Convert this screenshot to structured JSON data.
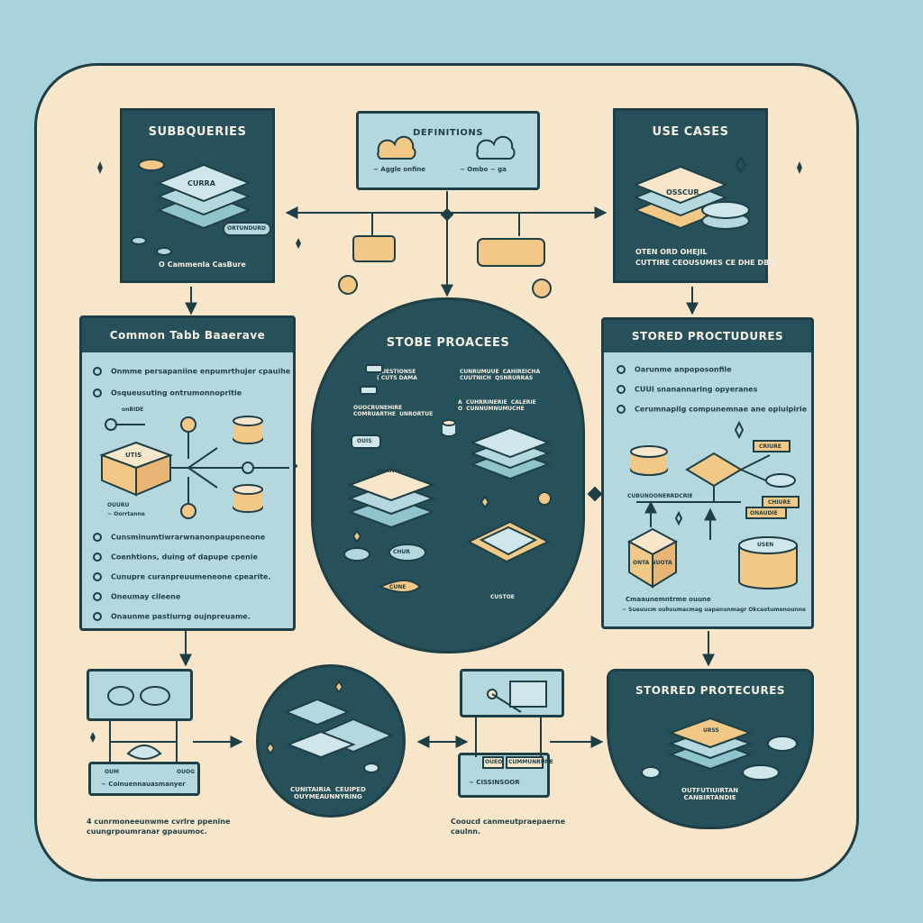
{
  "panels": {
    "subqueries": {
      "title": "SUBBQUERIES",
      "card_label": "CURRA",
      "tag": "ORTUNDURD",
      "caption": "O  Cammenla CasBure"
    },
    "definitions": {
      "title": "DEFINITIONS",
      "left_text": "~ Aggle  onfine",
      "right_text": "~ Ombo  ~ ga"
    },
    "use_cases": {
      "title": "USE CASES",
      "card_label": "OSSCUR",
      "caption_line1": "OTEN      ORD OHEJIL",
      "caption_line2": "CUTTIRE CEOUSUMES CE DHE DBD"
    },
    "cte": {
      "header": "Common Tabb Baaerave",
      "bullets_top": [
        "Onmme persapaniine enpumrthujer cpauihe",
        "Osqueusuting ontrumonnopritie"
      ],
      "node_label": "UTIS",
      "side_label": "onBIDE",
      "bottom_left": [
        "OUURU",
        "~ Oorrtanne"
      ],
      "bullets_bottom": [
        "Cunsminumtiwrarwnanonpaupeneone",
        "Coenhtions,  duing  of dapupe cpenie",
        "Cunupre curanpreuumeneone cpearite.",
        "Oneumay  cileene",
        "Onaunme  pastiurng  oujnpreuame."
      ]
    },
    "store": {
      "title": "STOBE PROACEES",
      "left_top": "QUESTIONSE\n( CUTS DAMA",
      "right_top": "CUNRUMUUE  CAHIREICHA\nCUUTNICH  QSNRURRAS",
      "left_mid": "OUOCRUNEHIRE\nCOMRUARTHE  UNRORTUE",
      "right_mid": "A  CUHRRINERIE  CALERIE\nO  CUNNUMNUMUCHE",
      "tag1": "OUIS",
      "tag2": "ORANTH",
      "disc1": "CHUR",
      "disc2": "CUNE",
      "tag3": "CUSTOE"
    },
    "stored1": {
      "title": "STORED PROCTUDURES",
      "bullets": [
        "Oarunme anpoposonfile",
        "CUUI snanannaring  opyeranes",
        "Cerumnapilg  compunemnae ane  opiuipirie"
      ],
      "tag_a": "CRIURE",
      "tag_b": "CHIURE",
      "tag_c": "ONAUDIE",
      "mid_label": "CUBUNOONERRDCRIE",
      "cube_label": "ONTA  NUOTA",
      "cyl_label": "USEN",
      "footer1": "Cmaaunemntrme  ouune",
      "footer2": "~  Sueuucm  ouhsumacmag   uapanunmagr  Okcaotumenounne"
    },
    "bottom1": {
      "label_a": "OUM",
      "label_b": "OUOG",
      "caption": "~  Coinuennauasmanyer"
    },
    "bottom_circle": {
      "caption": "CUNITAIRIA  CEUIPED\nOUYMEAUNNYRING"
    },
    "bottom3": {
      "label_a": "OUEO",
      "label_b": "CUMMUNRUNE",
      "caption": "~  CISSINSOOR"
    },
    "stored2": {
      "title": "STORRED PROTECURES",
      "card_label": "URSS",
      "caption": "OUTFUTIUIRTAN\nCANBIRTANDIE"
    }
  },
  "notes": {
    "left": "4 cunrmoneeunwme cvrlre ppenine\ncuungrpoumranar gpauumoc.",
    "center": "Cooucd canmeutpraepaerne\ncaulnn."
  },
  "colors": {
    "board": "#f8e6ca",
    "dark": "#27515a",
    "light": "#b4d8de",
    "accent": "#f2c887",
    "outline": "#1f3f46"
  }
}
